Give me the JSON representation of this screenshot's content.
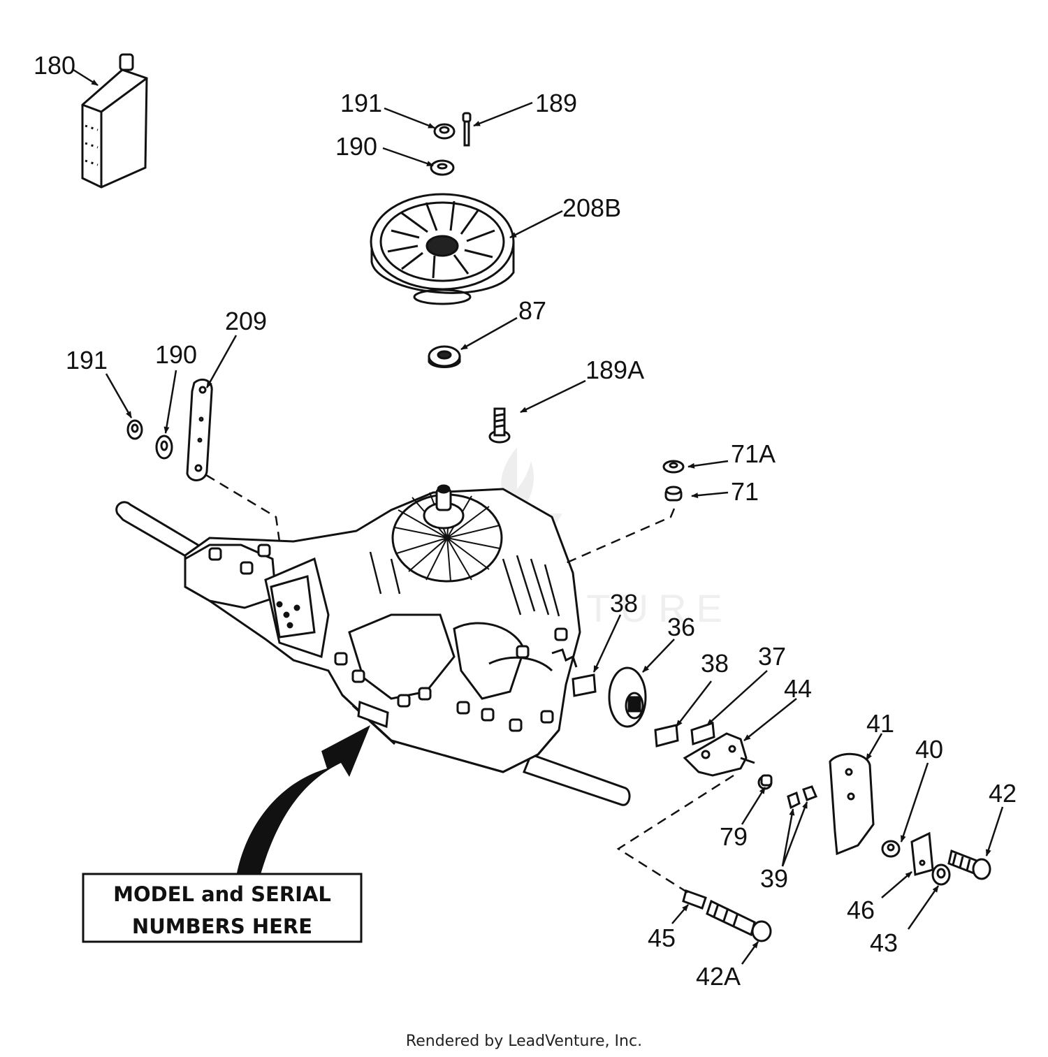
{
  "callouts": {
    "c180": "180",
    "c191_top": "191",
    "c189": "189",
    "c190_top": "190",
    "c208b": "208B",
    "c87": "87",
    "c209": "209",
    "c191_left": "191",
    "c190_left": "190",
    "c189a": "189A",
    "c71a": "71A",
    "c71": "71",
    "c38_a": "38",
    "c36": "36",
    "c38_b": "38",
    "c37": "37",
    "c44": "44",
    "c41": "41",
    "c40": "40",
    "c42": "42",
    "c79": "79",
    "c39": "39",
    "c45": "45",
    "c46": "46",
    "c43": "43",
    "c42a": "42A"
  },
  "model_label": {
    "line1": "MODEL and SERIAL",
    "line2": "NUMBERS HERE"
  },
  "watermark": "LEADVENTURE",
  "footer": "Rendered by LeadVenture, Inc.",
  "colors": {
    "ink": "#111111",
    "paper": "#ffffff",
    "watermark": "#eeeeee"
  }
}
